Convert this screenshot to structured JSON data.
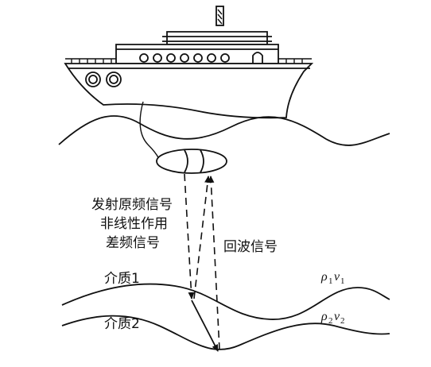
{
  "labels": {
    "transmit_line1": "发射原频信号",
    "transmit_line2": "非线性作用",
    "transmit_line3": "差频信号",
    "echo": "回波信号",
    "medium1": "介质1",
    "medium2": "介质2"
  },
  "medium1_symbol": {
    "rho": "ρ",
    "rho_sub": "1",
    "v": "v",
    "v_sub": "1"
  },
  "medium2_symbol": {
    "rho": "ρ",
    "rho_sub": "2",
    "v": "v",
    "v_sub": "2"
  }
}
